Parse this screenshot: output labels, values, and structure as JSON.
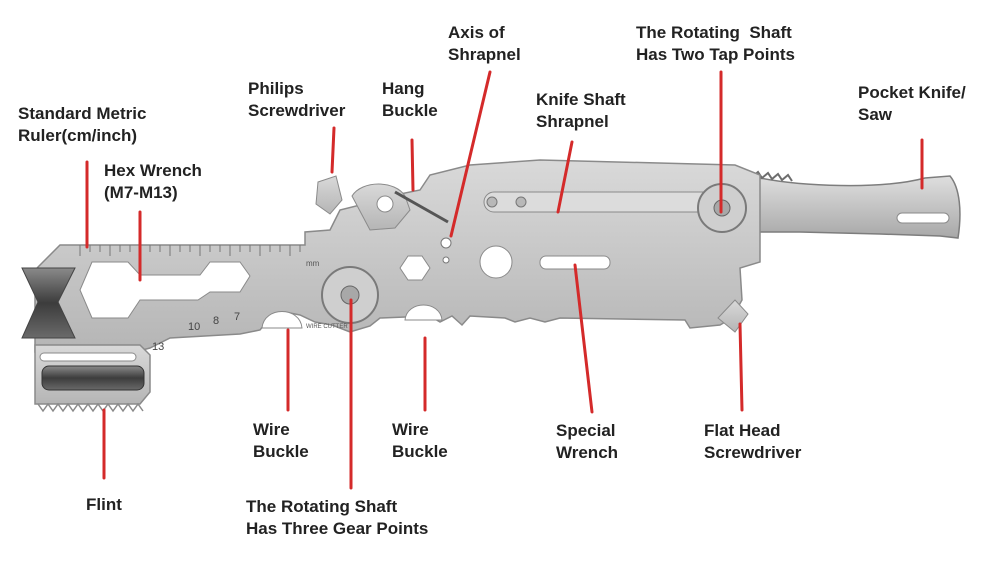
{
  "colors": {
    "leader_line": "#d42a2a",
    "label_text": "#222222",
    "steel": "#c8c8c8",
    "steel_dark": "#9a9a9a"
  },
  "tool_markings": {
    "ruler_unit": "mm",
    "wire_cutter": "WIRE CUTTER",
    "hex_sizes": [
      "13",
      "10",
      "8",
      "7"
    ]
  },
  "labels": {
    "ruler": {
      "line1": "Standard Metric",
      "line2": "Ruler(cm/inch)"
    },
    "hex_wrench": {
      "line1": "Hex Wrench",
      "line2": "(M7-M13)"
    },
    "philips": {
      "line1": "Philips",
      "line2": "Screwdriver"
    },
    "hang_buckle": {
      "line1": "Hang",
      "line2": "Buckle"
    },
    "axis_shrapnel": {
      "line1": "Axis of",
      "line2": "Shrapnel"
    },
    "knife_shaft": {
      "line1": "Knife Shaft",
      "line2": "Shrapnel"
    },
    "rotating_two": {
      "line1": "The Rotating  Shaft",
      "line2": "Has Two Tap Points"
    },
    "pocket_knife": {
      "line1": "Pocket Knife/",
      "line2": "Saw"
    },
    "wire_buckle_left": {
      "line1": "Wire",
      "line2": "Buckle"
    },
    "rotating_three": {
      "line1": "The Rotating Shaft",
      "line2": "Has Three Gear Points"
    },
    "wire_buckle_right": {
      "line1": "Wire",
      "line2": "Buckle"
    },
    "special_wrench": {
      "line1": "Special",
      "line2": "Wrench"
    },
    "flat_head": {
      "line1": "Flat Head",
      "line2": "Screwdriver"
    },
    "flint": {
      "line1": "Flint"
    }
  }
}
